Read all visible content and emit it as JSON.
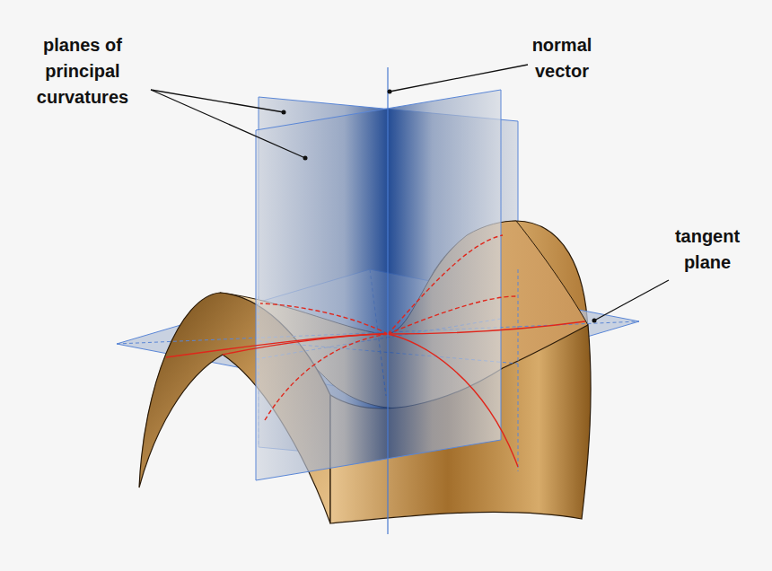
{
  "diagram": {
    "labels": [
      "planes of principal curvatures",
      "normal vector",
      "tangent plane"
    ]
  }
}
